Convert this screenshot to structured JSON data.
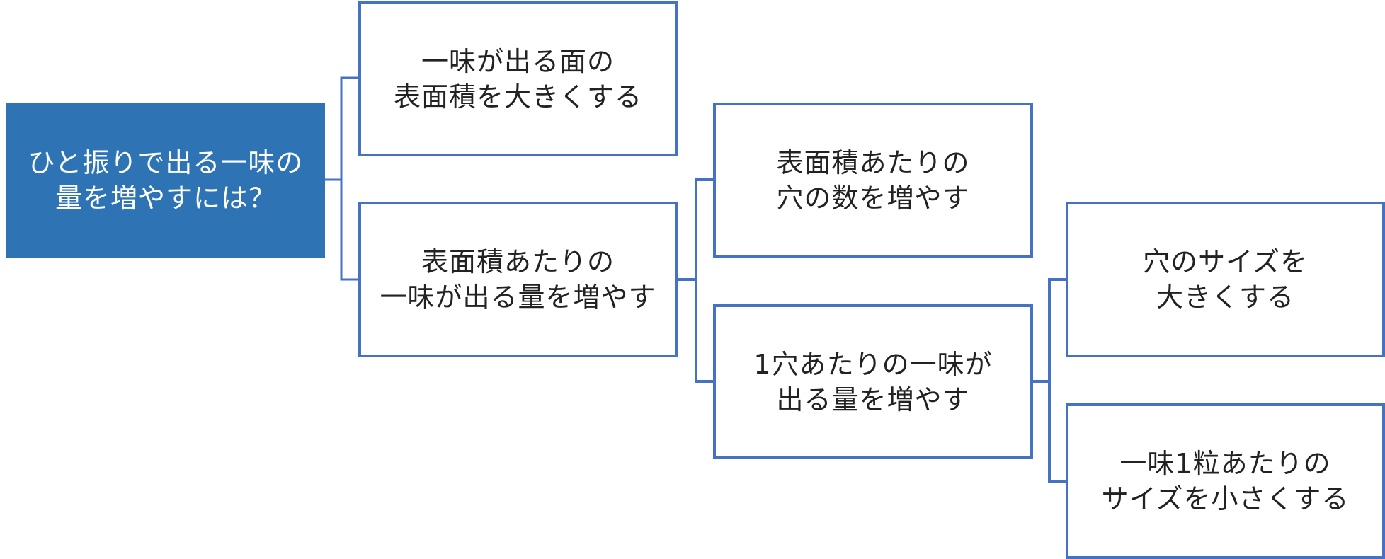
{
  "diagram": {
    "colors": {
      "root_fill": "#2e74b5",
      "box_border": "#4472c4",
      "connector": "#4472c4",
      "text": "#222222",
      "root_text": "#ffffff"
    },
    "nodes": {
      "root": {
        "label": "ひと振りで出る一味の\n量を増やすには？"
      },
      "a": {
        "label": "一味が出る面の\n表面積を大きくする"
      },
      "b": {
        "label": "表面積あたりの\n一味が出る量を増やす"
      },
      "b1": {
        "label": "表面積あたりの\n穴の数を増やす"
      },
      "b2": {
        "label": "1穴あたりの一味が\n出る量を増やす"
      },
      "b2a": {
        "label": "穴のサイズを\n大きくする"
      },
      "b2b": {
        "label": "一味1粒あたりの\nサイズを小さくする"
      }
    },
    "edges": [
      {
        "from": "root",
        "to": "a"
      },
      {
        "from": "root",
        "to": "b"
      },
      {
        "from": "b",
        "to": "b1"
      },
      {
        "from": "b",
        "to": "b2"
      },
      {
        "from": "b2",
        "to": "b2a"
      },
      {
        "from": "b2",
        "to": "b2b"
      }
    ]
  }
}
